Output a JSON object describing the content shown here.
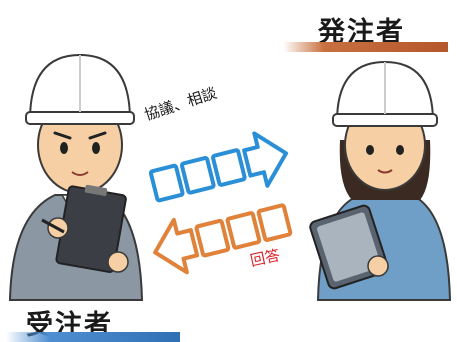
{
  "parties": {
    "orderer": {
      "label": "発注者",
      "bar_color": "#b5562b"
    },
    "contractor": {
      "label": "受注者",
      "bar_color": "#2f6fb3"
    }
  },
  "messages": {
    "consultation": {
      "label": "協議、相談",
      "color": "#1a1a1a",
      "arrow_color": "#2a8fd6"
    },
    "answer": {
      "label": "回答",
      "color": "#d8232a",
      "arrow_color": "#e0823a"
    }
  }
}
